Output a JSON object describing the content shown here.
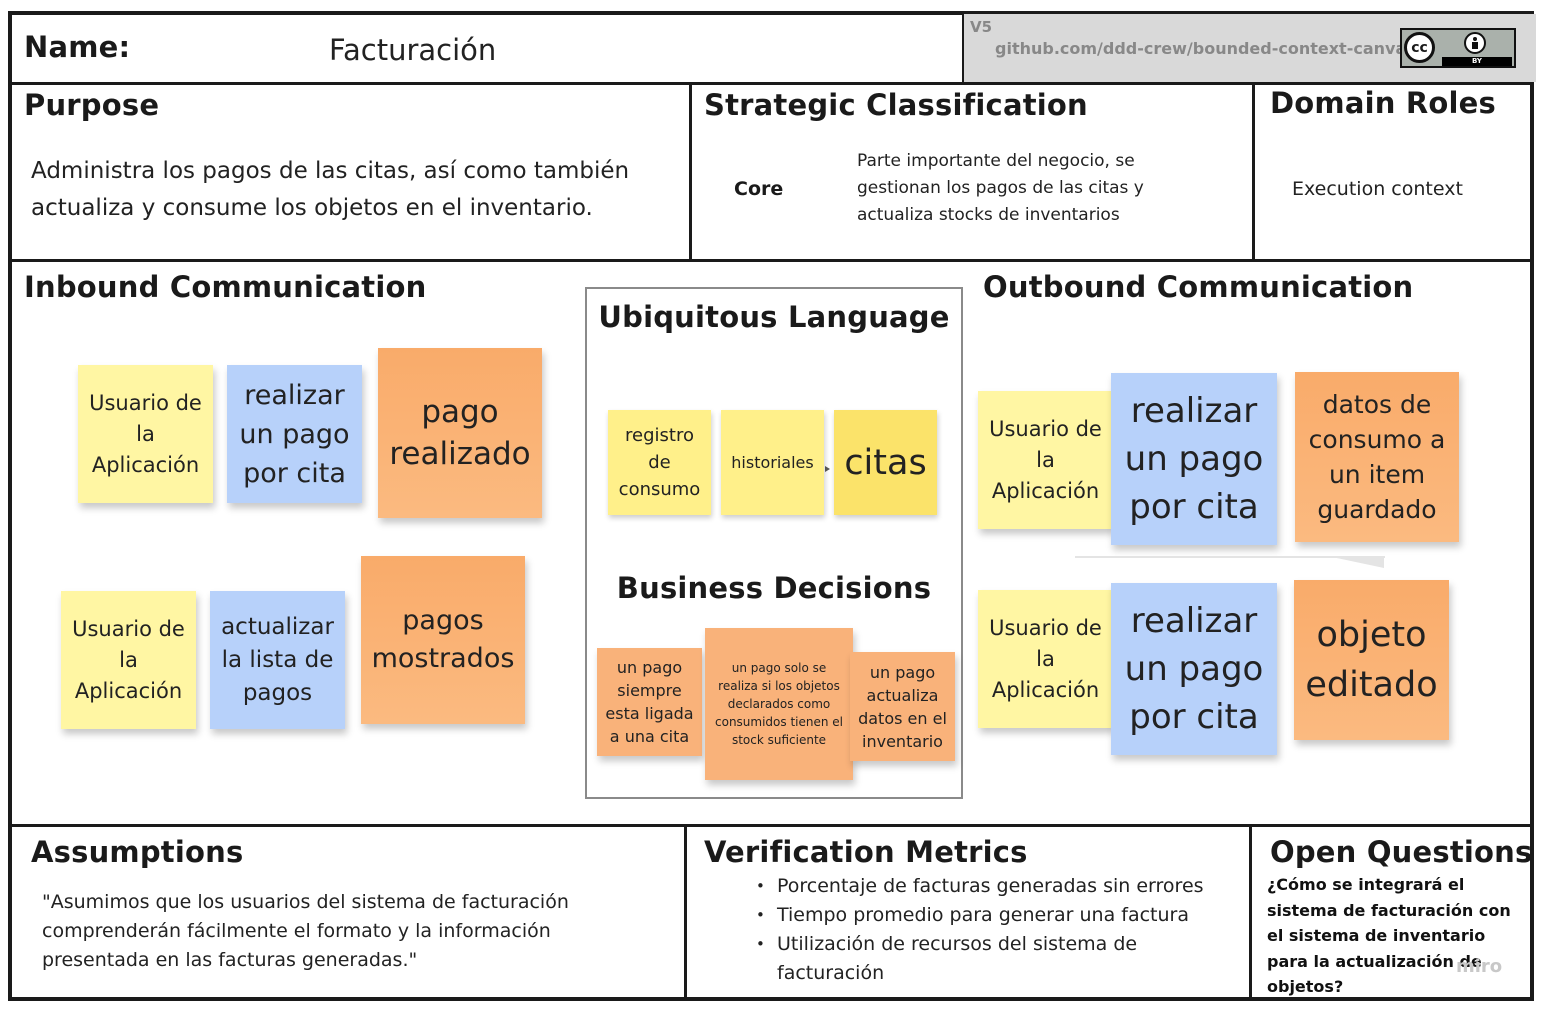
{
  "header": {
    "name_label": "Name:",
    "name_value": "Facturación",
    "version": "V5",
    "github": "github.com/ddd-crew/bounded-context-canvas",
    "license_cc": "cc",
    "license_by": "BY"
  },
  "purpose": {
    "title": "Purpose",
    "text": "Administra los pagos de las citas, así como también actualiza y consume los objetos en el inventario."
  },
  "strategic": {
    "title": "Strategic Classification",
    "label": "Core",
    "text": "Parte importante del negocio, se gestionan los pagos de las citas y actualiza stocks de inventarios"
  },
  "domain_roles": {
    "title": "Domain Roles",
    "text": "Execution context"
  },
  "inbound": {
    "title": "Inbound Communication",
    "row1": [
      "Usuario de la Aplicación",
      "realizar un pago por cita",
      "pago realizado"
    ],
    "row2": [
      "Usuario de la Aplicación",
      "actualizar la lista de pagos",
      "pagos mostrados"
    ]
  },
  "ubiquitous": {
    "title": "Ubiquitous Language",
    "terms": [
      "registro de consumo",
      "historiales",
      "citas"
    ]
  },
  "business": {
    "title": "Business Decisions",
    "items": [
      "un pago siempre esta ligada a una cita",
      "un pago solo se realiza si los objetos declarados como consumidos tienen el stock suficiente",
      "un pago actualiza datos en el inventario"
    ]
  },
  "outbound": {
    "title": "Outbound Communication",
    "row1": [
      "Usuario de la Aplicación",
      "realizar un pago por cita",
      "datos de consumo a un item guardado"
    ],
    "row2": [
      "Usuario de la Aplicación",
      "realizar un pago por cita",
      "objeto editado"
    ]
  },
  "assumptions": {
    "title": "Assumptions",
    "text": "\"Asumimos que los usuarios del sistema de facturación comprenderán fácilmente el formato y la información presentada en las facturas generadas.\""
  },
  "metrics": {
    "title": "Verification Metrics",
    "items": [
      "Porcentaje de facturas generadas sin errores",
      "Tiempo promedio para generar una factura",
      "Utilización de recursos del sistema de facturación"
    ]
  },
  "open_questions": {
    "title": "Open Questions",
    "text": "¿Cómo se integrará el sistema de facturación con el sistema de inventario para la actualización de objetos?"
  },
  "watermark": "miro",
  "colors": {
    "yellow": "#fff6a3",
    "blue": "#b7d1fa",
    "orange": "#f9b27a",
    "border": "#1a1a1a"
  }
}
